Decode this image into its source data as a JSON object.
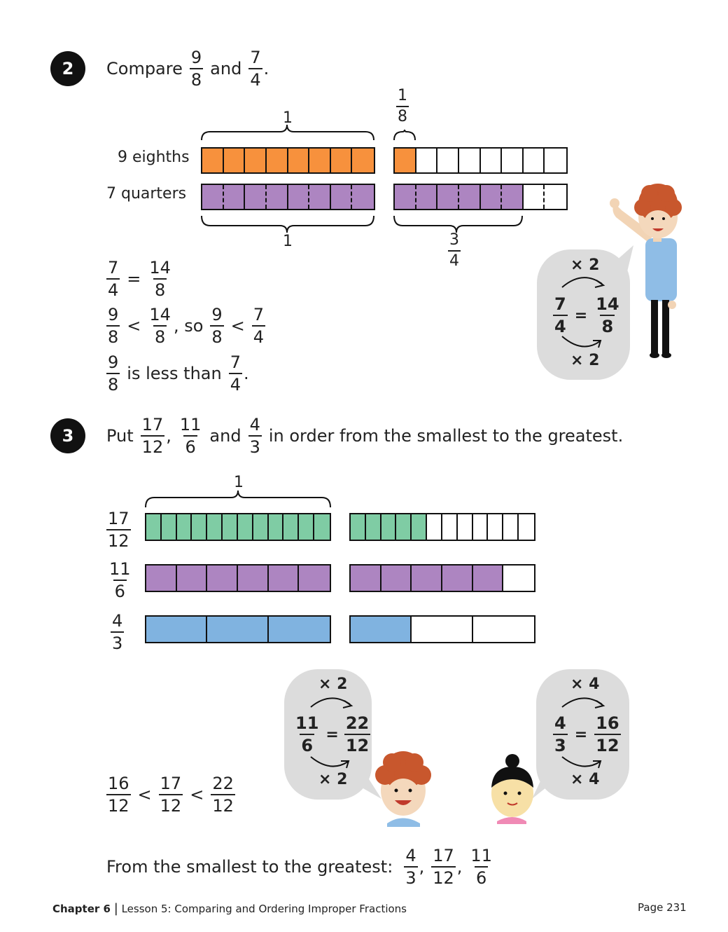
{
  "q2": {
    "number": "2",
    "compare_word": "Compare",
    "and_word": "and",
    "period": ".",
    "frac_a": {
      "n": "9",
      "d": "8"
    },
    "frac_b": {
      "n": "7",
      "d": "4"
    },
    "label_one_top": "1",
    "label_one_eighth": {
      "n": "1",
      "d": "8"
    },
    "row1_label": "9 eighths",
    "row2_label": "7 quarters",
    "label_one_bottom": "1",
    "label_three_quarters": {
      "n": "3",
      "d": "4"
    },
    "eq1": {
      "left": {
        "n": "7",
        "d": "4"
      },
      "sym": "=",
      "right": {
        "n": "14",
        "d": "8"
      }
    },
    "eq2": {
      "a": {
        "n": "9",
        "d": "8"
      },
      "lt": "<",
      "b": {
        "n": "14",
        "d": "8"
      },
      "so": ", so",
      "c": {
        "n": "9",
        "d": "8"
      },
      "lt2": "<",
      "e": {
        "n": "7",
        "d": "4"
      }
    },
    "eq3": {
      "a": {
        "n": "9",
        "d": "8"
      },
      "text": "is less than",
      "b": {
        "n": "7",
        "d": "4"
      },
      "period": "."
    },
    "bubble": {
      "top": "× 2",
      "left": {
        "n": "7",
        "d": "4"
      },
      "eq": "=",
      "right": {
        "n": "14",
        "d": "8"
      },
      "bottom": "× 2"
    }
  },
  "q3": {
    "number": "3",
    "put_word": "Put",
    "f1": {
      "n": "17",
      "d": "12"
    },
    "comma": ",",
    "f2": {
      "n": "11",
      "d": "6"
    },
    "and_word": "and",
    "f3": {
      "n": "4",
      "d": "3"
    },
    "instruction_tail": "in order from the smallest to the greatest.",
    "label_one": "1",
    "row_labels": [
      {
        "n": "17",
        "d": "12"
      },
      {
        "n": "11",
        "d": "6"
      },
      {
        "n": "4",
        "d": "3"
      }
    ],
    "bubble_left": {
      "top": "× 2",
      "left": {
        "n": "11",
        "d": "6"
      },
      "eq": "=",
      "right": {
        "n": "22",
        "d": "12"
      },
      "bottom": "× 2"
    },
    "bubble_right": {
      "top": "× 4",
      "left": {
        "n": "4",
        "d": "3"
      },
      "eq": "=",
      "right": {
        "n": "16",
        "d": "12"
      },
      "bottom": "× 4"
    },
    "order_line": {
      "a": {
        "n": "16",
        "d": "12"
      },
      "lt1": "<",
      "b": {
        "n": "17",
        "d": "12"
      },
      "lt2": "<",
      "c": {
        "n": "22",
        "d": "12"
      }
    },
    "result_text": "From the smallest to the greatest:",
    "result": [
      {
        "n": "4",
        "d": "3"
      },
      {
        "n": "17",
        "d": "12"
      },
      {
        "n": "11",
        "d": "6"
      }
    ],
    "result_comma": ","
  },
  "colors": {
    "orange": "#f7913d",
    "purple": "#ad85c1",
    "green": "#7fcca4",
    "blue": "#80b3e0",
    "bubble": "#dcdcdc"
  },
  "footer": {
    "chapter": "Chapter 6",
    "separator": "|",
    "lesson": "Lesson 5: Comparing and Ordering Improper Fractions",
    "page": "Page 231"
  }
}
